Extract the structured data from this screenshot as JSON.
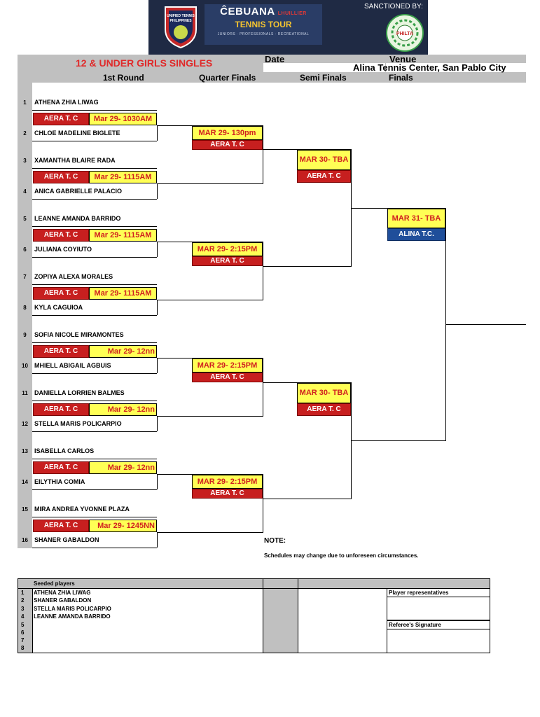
{
  "header": {
    "sanctioned_by": "SANCTIONED BY:",
    "sponsor_main": "ĈEBUANA",
    "sponsor_sub": "LHUILLIER",
    "tour_name": "TENNIS TOUR",
    "tour_tagline": "JUNIORS · PROFESSIONALS · RECREATIONAL",
    "left_logo_text": "UNIFIED TENNIS PHILIPPINES",
    "right_logo_text": "PHILTA"
  },
  "event": {
    "title": "12 & UNDER GIRLS SINGLES",
    "date_label": "Date",
    "venue_label": "Venue",
    "venue": "Alina Tennis Center, San Pablo City"
  },
  "rounds": [
    "1st Round",
    "Quarter Finals",
    "Semi Finals",
    "Finals"
  ],
  "players": [
    {
      "num": "1",
      "name": "ATHENA ZHIA LIWAG"
    },
    {
      "num": "2",
      "name": "CHLOE MADELINE BIGLETE"
    },
    {
      "num": "3",
      "name": "XAMANTHA BLAIRE RADA"
    },
    {
      "num": "4",
      "name": "ANICA GABRIELLE PALACIO"
    },
    {
      "num": "5",
      "name": "LEANNE AMANDA BARRIDO"
    },
    {
      "num": "6",
      "name": "JULIANA COYIUTO"
    },
    {
      "num": "7",
      "name": "ZOPIYA ALEXA MORALES"
    },
    {
      "num": "8",
      "name": "KYLA CAGUIOA"
    },
    {
      "num": "9",
      "name": "SOFIA NICOLE MIRAMONTES"
    },
    {
      "num": "10",
      "name": "MHIELL ABIGAIL AGBUIS"
    },
    {
      "num": "11",
      "name": "DANIELLA LORRIEN BALMES"
    },
    {
      "num": "12",
      "name": "STELLA MARIS POLICARPIO"
    },
    {
      "num": "13",
      "name": "ISABELLA CARLOS"
    },
    {
      "num": "14",
      "name": "EILYTHIA COMIA"
    },
    {
      "num": "15",
      "name": "MIRA ANDREA YVONNE PLAZA"
    },
    {
      "num": "16",
      "name": "SHANER GABALDON"
    }
  ],
  "r1_matches": [
    {
      "venue": "AERA T. C",
      "time": "Mar 29- 1030AM"
    },
    {
      "venue": "AERA T. C",
      "time": "Mar 29- 1115AM"
    },
    {
      "venue": "AERA T. C",
      "time": "Mar 29- 1115AM"
    },
    {
      "venue": "AERA T. C",
      "time": "Mar 29- 1115AM"
    },
    {
      "venue": "AERA T. C",
      "time": "Mar 29- 12nn"
    },
    {
      "venue": "AERA T. C",
      "time": "Mar 29- 12nn"
    },
    {
      "venue": "AERA T. C",
      "time": "Mar 29- 12nn"
    },
    {
      "venue": "AERA T. C",
      "time": "Mar 29- 1245NN"
    }
  ],
  "qf_matches": [
    {
      "time": "MAR 29- 130pm",
      "venue": "AERA T. C"
    },
    {
      "time": "MAR 29- 2:15PM",
      "venue": "AERA T. C"
    },
    {
      "time": "MAR 29- 2:15PM",
      "venue": "AERA T. C"
    },
    {
      "time": "MAR 29- 2:15PM",
      "venue": "AERA T. C"
    }
  ],
  "sf_matches": [
    {
      "time": "MAR 30- TBA",
      "venue": "AERA T. C"
    },
    {
      "time": "MAR 30- TBA",
      "venue": "AERA T. C"
    }
  ],
  "final_match": {
    "time": "MAR 31- TBA",
    "venue": "ALINA T.C."
  },
  "note": {
    "label": "NOTE:",
    "text": "Schedules may change due to unforeseen circumstances."
  },
  "seeds": {
    "header": "Seeded players",
    "list": [
      {
        "num": "1",
        "name": "ATHENA ZHIA LIWAG"
      },
      {
        "num": "2",
        "name": "SHANER GABALDON"
      },
      {
        "num": "3",
        "name": "STELLA MARIS POLICARPIO"
      },
      {
        "num": "4",
        "name": "LEANNE AMANDA BARRIDO"
      },
      {
        "num": "5",
        "name": ""
      },
      {
        "num": "6",
        "name": ""
      },
      {
        "num": "7",
        "name": ""
      },
      {
        "num": "8",
        "name": ""
      }
    ]
  },
  "signatures": {
    "player_reps": "Player representatives",
    "referee": "Referee's Signature"
  },
  "colors": {
    "header_gray": "#c0c0c0",
    "match_red": "#c71f1f",
    "match_yellow": "#ffff55",
    "final_blue": "#1f4e9a",
    "title_red": "#e02a2a"
  }
}
